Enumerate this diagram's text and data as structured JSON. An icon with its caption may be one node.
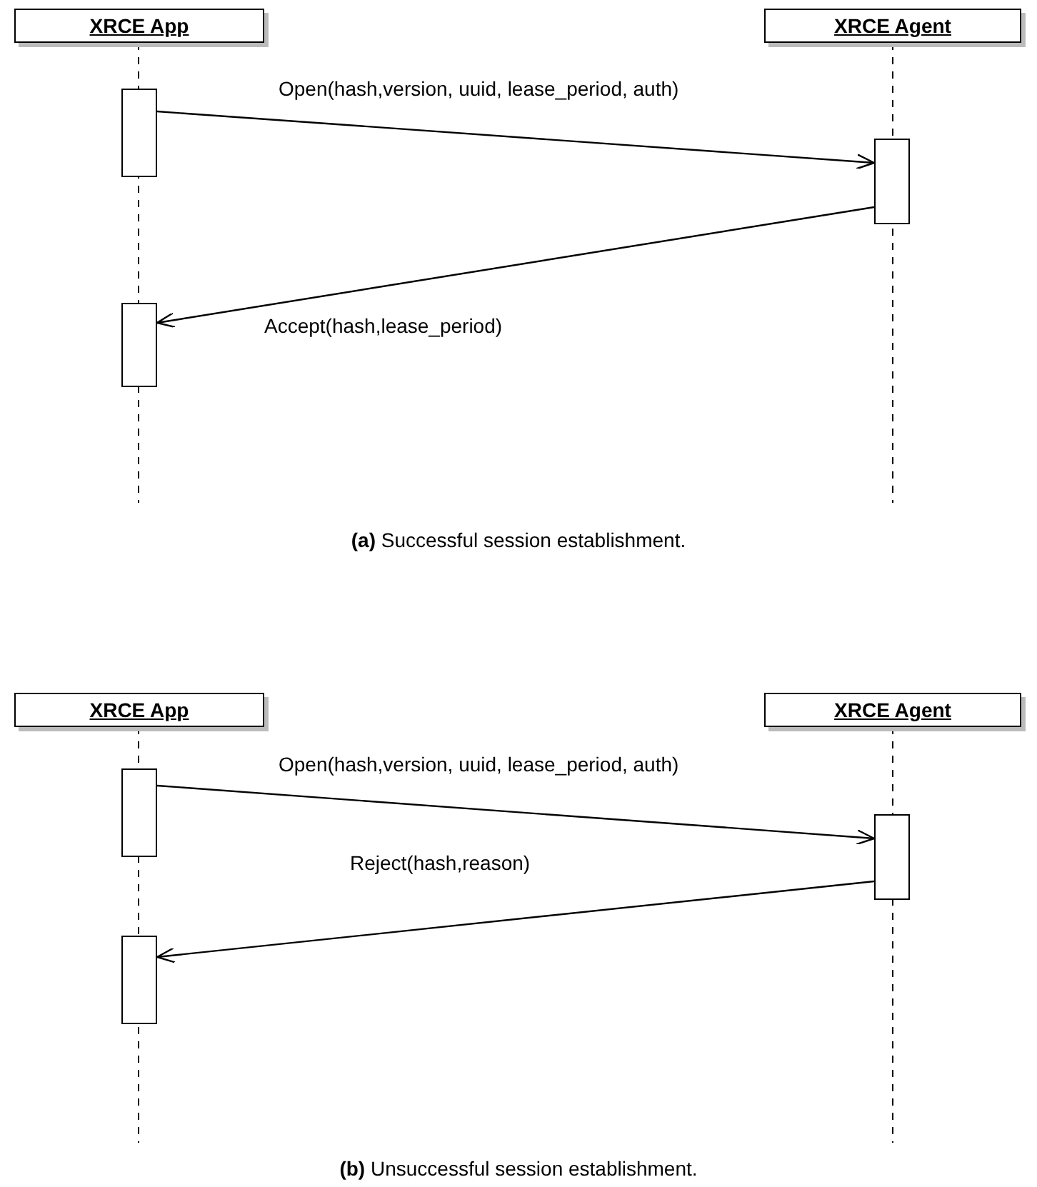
{
  "diagram": {
    "nodes": [
      {
        "text": [
          "XRCE App"
        ]
      },
      {
        "text": [
          "XRCE Agent"
        ]
      },
      {
        "text": [],
        "shape": "box"
      },
      {
        "text": [],
        "shape": "box"
      },
      {
        "text": [],
        "shape": "box"
      },
      {
        "text": [
          "XRCE App"
        ]
      },
      {
        "text": [
          "XRCE Agent"
        ]
      },
      {
        "text": [],
        "shape": "box"
      },
      {
        "text": [],
        "shape": "box"
      },
      {
        "text": [],
        "shape": "box"
      }
    ],
    "edges": [
      {
        "from": 2,
        "to": 3,
        "arrow": "to",
        "label": "Open(hash,version, uuid, lease_period, auth)"
      },
      {
        "from": 3,
        "to": 4,
        "arrow": "to",
        "label": "Accept(hash,lease_period)"
      },
      {
        "from": 7,
        "to": 8,
        "arrow": "to",
        "label": "Open(hash,version, uuid, lease_period, auth)"
      },
      {
        "from": 8,
        "to": 9,
        "arrow": "to",
        "label": "Reject(hash,reason)"
      }
    ],
    "labels": [
      "**(a)** Successful session establishment.",
      "**(b)** Unsuccessful session establishment."
    ]
  }
}
